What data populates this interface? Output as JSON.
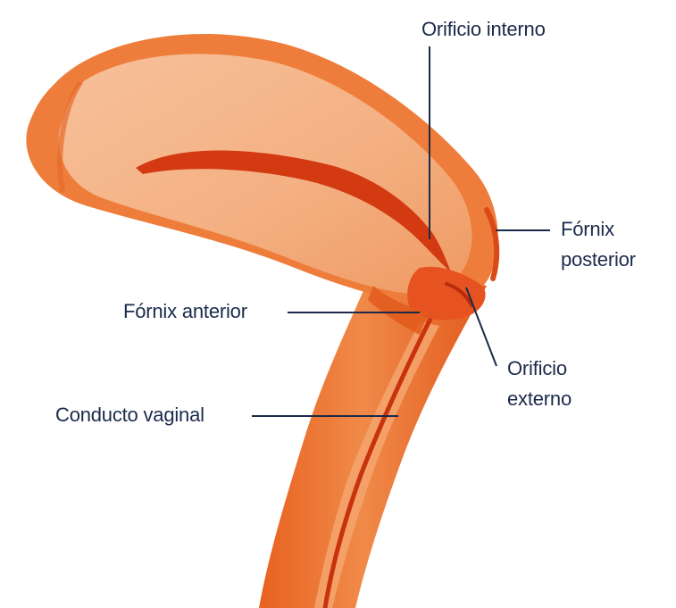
{
  "diagram": {
    "labels": {
      "orificio_interno": "Orificio interno",
      "fornix_posterior": [
        "Fórnix",
        "posterior"
      ],
      "fornix_anterior": "Fórnix anterior",
      "orificio_externo": [
        "Orificio",
        "externo"
      ],
      "conducto_vaginal": "Conducto vaginal"
    },
    "colors": {
      "tissue_light": "#f5b588",
      "tissue_mid": "#ef8a4c",
      "tissue_dark": "#e0531b",
      "tissue_deep": "#c9340f",
      "canal": "#d2360f",
      "label_text": "#1b2a4a",
      "leader_line": "#1b2a4a",
      "background": "#ffffff"
    }
  }
}
